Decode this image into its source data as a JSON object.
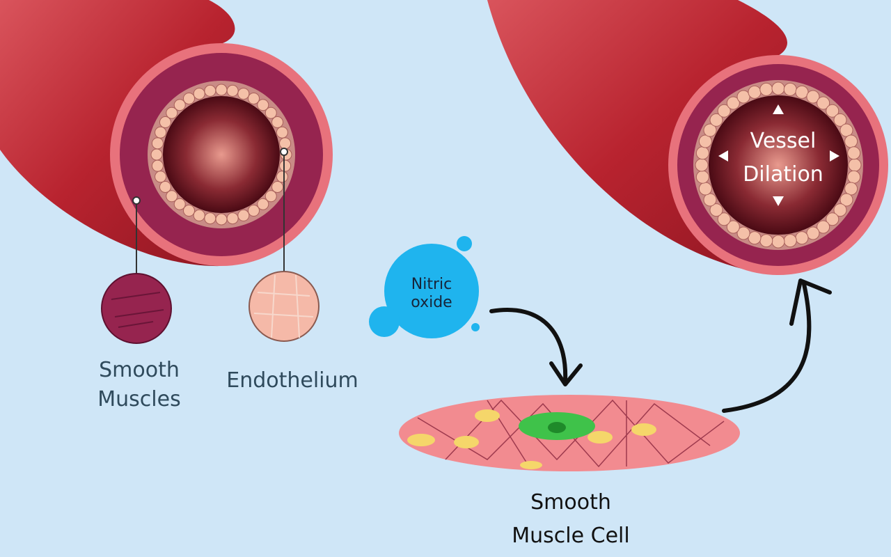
{
  "labels": {
    "smooth_muscles": [
      "Smooth",
      "Muscles"
    ],
    "endothelium": "Endothelium",
    "nitric_oxide": [
      "Nitric",
      "oxide"
    ],
    "smooth_muscle_cell": [
      "Smooth",
      "Muscle Cell"
    ],
    "vessel_dilation": [
      "Vessel",
      "Dilation"
    ]
  },
  "colors": {
    "background": "#cfe6f7",
    "vessel_wall": "#b8232f",
    "outer_layer": "#e8727c",
    "muscle_layer": "#96244f",
    "endothelium": "#f2b9a6",
    "nitric_oxide": "#1fb4ee",
    "cell": "#f28b90",
    "nucleus": "#3fc24a",
    "label_text": "#2f4a5c"
  }
}
